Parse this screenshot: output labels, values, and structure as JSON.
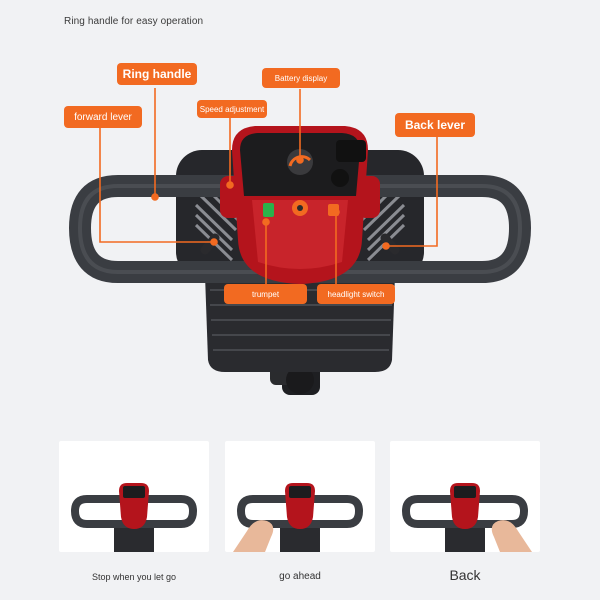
{
  "header": {
    "title": "Ring handle for easy operation"
  },
  "callouts": {
    "ring_handle": "Ring handle",
    "battery_display": "Battery display",
    "speed_adjustment": "Speed adjustment",
    "forward_lever": "forward lever",
    "back_lever": "Back lever",
    "trumpet": "trumpet",
    "headlight_switch": "headlight switch"
  },
  "thumbnails": [
    {
      "caption": "Stop when you let go"
    },
    {
      "caption": "go ahead"
    },
    {
      "caption": "Back"
    }
  ],
  "colors": {
    "accent": "#f26a21",
    "background": "#f1f2f4",
    "console_red": "#b4141c",
    "handle_dark": "#3a3d42"
  }
}
